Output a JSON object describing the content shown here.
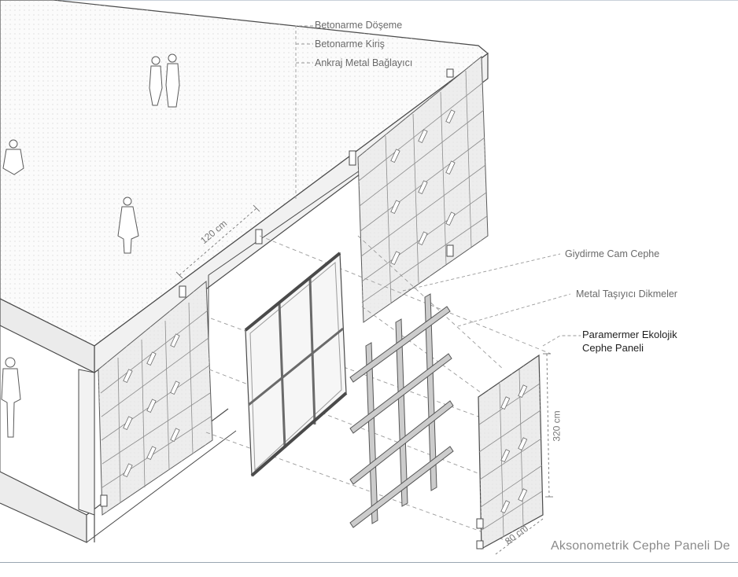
{
  "labels": {
    "slab": "Betonarme Döşeme",
    "beam": "Betonarme Kiriş",
    "anchor": "Ankraj Metal  Bağlayıcı",
    "curtain_wall": "Giydirme Cam Cephe",
    "metal_studs": "Metal Taşıyıcı Dikmeler",
    "panel_line1": "Paramermer Ekolojik",
    "panel_line2": "Cephe Paneli"
  },
  "dimensions": {
    "width_120": "120 cm",
    "height_320": "320 cm",
    "depth_80": "80 cm"
  },
  "title": "Aksonometrik Cephe Paneli De",
  "colors": {
    "line": "#4a4a4a",
    "leader": "#9a9a9a",
    "slab_fill": "#f3f3f3",
    "panel_fill": "#e6e6e6",
    "stud_fill": "#c9c9c9",
    "glass_frame": "#b9b9b9"
  }
}
